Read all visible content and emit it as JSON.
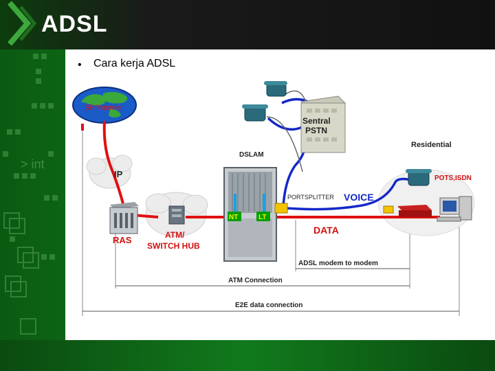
{
  "slide": {
    "title": "ADSL",
    "bullet": "Cara kerja ADSL"
  },
  "diagram": {
    "labels": {
      "isp": "ISP/Internet",
      "ip": "IP",
      "ras": "RAS",
      "atm_line1": "ATM/",
      "atm_line2": "SWITCH HUB",
      "dslam": "DSLAM",
      "nt": "NT",
      "lt": "LT",
      "sentral1": "Sentral",
      "sentral2": "PSTN",
      "port_splitter": "PORTSPLITTER",
      "voice": "VOICE",
      "data": "DATA",
      "residential": "Residential",
      "pots": "POTS,ISDN",
      "adsl_span": "ADSL modem to modem",
      "atm_span": "ATM Connection",
      "e2e_span": "E2E data connection"
    },
    "colors": {
      "data_line": "#e01010",
      "voice_line": "#1428c8",
      "accent_red": "#d01010",
      "accent_green": "#00a000"
    }
  }
}
